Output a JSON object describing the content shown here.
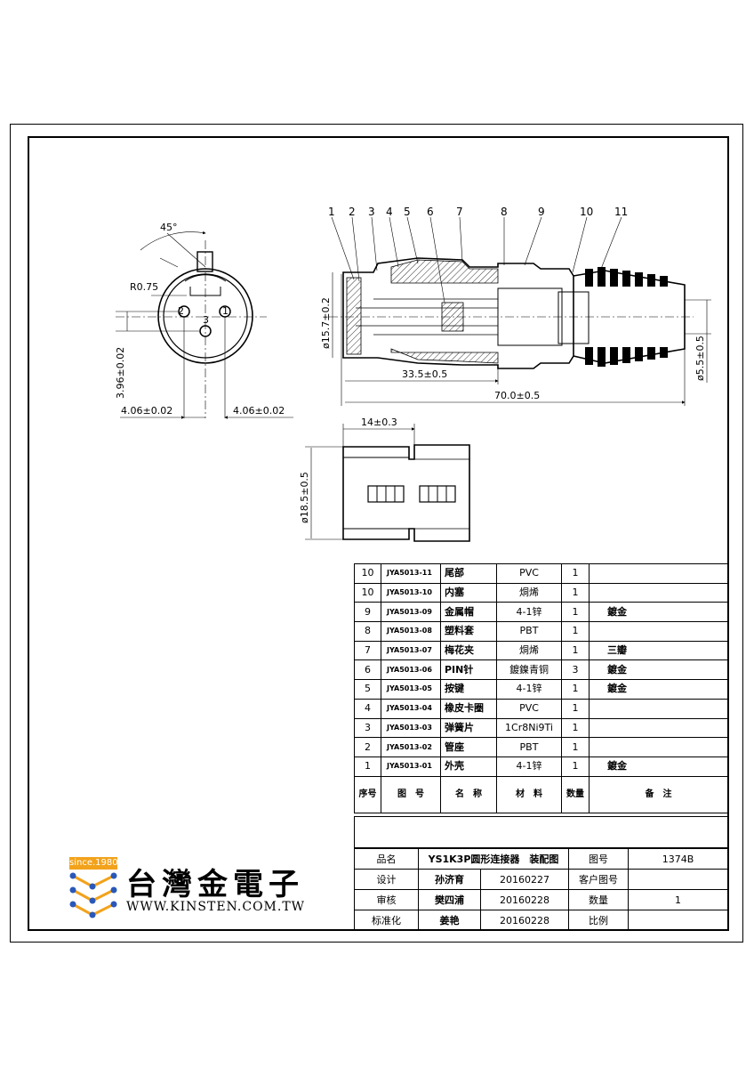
{
  "front_view": {
    "angle": "45°",
    "radius": "R0.75",
    "pin_numbers": [
      "1",
      "2",
      "3"
    ],
    "dim_vertical": "3.96±0.02",
    "dim_left": "4.06±0.02",
    "dim_right": "4.06±0.02"
  },
  "side_view": {
    "part_numbers": [
      "1",
      "2",
      "3",
      "4",
      "5",
      "6",
      "7",
      "8",
      "9",
      "10",
      "11"
    ],
    "dim_diameter": "ø15.7±0.2",
    "dim_cable": "ø5.5±0.5",
    "dim_partial": "33.5±0.5",
    "dim_total": "70.0±0.5"
  },
  "bottom_view": {
    "dim_width": "14±0.3",
    "dim_diameter": "ø18.5±0.5"
  },
  "bom": {
    "rows": [
      {
        "no": "10",
        "code": "JYA5013-11",
        "name": "尾部",
        "material": "PVC",
        "qty": "1",
        "note": ""
      },
      {
        "no": "10",
        "code": "JYA5013-10",
        "name": "内塞",
        "material": "烔烯",
        "qty": "1",
        "note": ""
      },
      {
        "no": "9",
        "code": "JYA5013-09",
        "name": "金属帽",
        "material": "4-1锌",
        "qty": "1",
        "note": "鍍金"
      },
      {
        "no": "8",
        "code": "JYA5013-08",
        "name": "塑料套",
        "material": "PBT",
        "qty": "1",
        "note": ""
      },
      {
        "no": "7",
        "code": "JYA5013-07",
        "name": "梅花夹",
        "material": "烔烯",
        "qty": "1",
        "note": "三瓣"
      },
      {
        "no": "6",
        "code": "JYA5013-06",
        "name": "PIN针",
        "material": "鍍鎳青铜",
        "qty": "3",
        "note": "鍍金"
      },
      {
        "no": "5",
        "code": "JYA5013-05",
        "name": "按键",
        "material": "4-1锌",
        "qty": "1",
        "note": "鍍金"
      },
      {
        "no": "4",
        "code": "JYA5013-04",
        "name": "橡皮卡圈",
        "material": "PVC",
        "qty": "1",
        "note": ""
      },
      {
        "no": "3",
        "code": "JYA5013-03",
        "name": "弹簧片",
        "material": "1Cr8Ni9Ti",
        "qty": "1",
        "note": ""
      },
      {
        "no": "2",
        "code": "JYA5013-02",
        "name": "管座",
        "material": "PBT",
        "qty": "1",
        "note": ""
      },
      {
        "no": "1",
        "code": "JYA5013-01",
        "name": "外壳",
        "material": "4-1锌",
        "qty": "1",
        "note": "鍍金"
      }
    ],
    "header": {
      "no": "序号",
      "code": "图　号",
      "name": "名　称",
      "material": "材　料",
      "qty": "数量",
      "note": "备　注"
    }
  },
  "title_block": {
    "product_label": "品名",
    "product_name": "YS1K3P圆形连接器　装配图",
    "drawing_no_label": "图号",
    "drawing_no": "1374B",
    "design_label": "设计",
    "designer": "孙济育",
    "design_date": "20160227",
    "customer_no_label": "客户图号",
    "customer_no": "",
    "review_label": "审核",
    "reviewer": "樊四浦",
    "review_date": "20160228",
    "quantity_label": "数量",
    "quantity": "1",
    "standard_label": "标准化",
    "standardizer": "姜艳",
    "standard_date": "20160228",
    "scale_label": "比例",
    "scale": ""
  },
  "logo": {
    "badge": "since.1980",
    "company": "台灣金電子",
    "url": "WWW.KINSTEN.COM.TW",
    "accent_color": "#f2a21b",
    "dot_color": "#2a58b8"
  }
}
